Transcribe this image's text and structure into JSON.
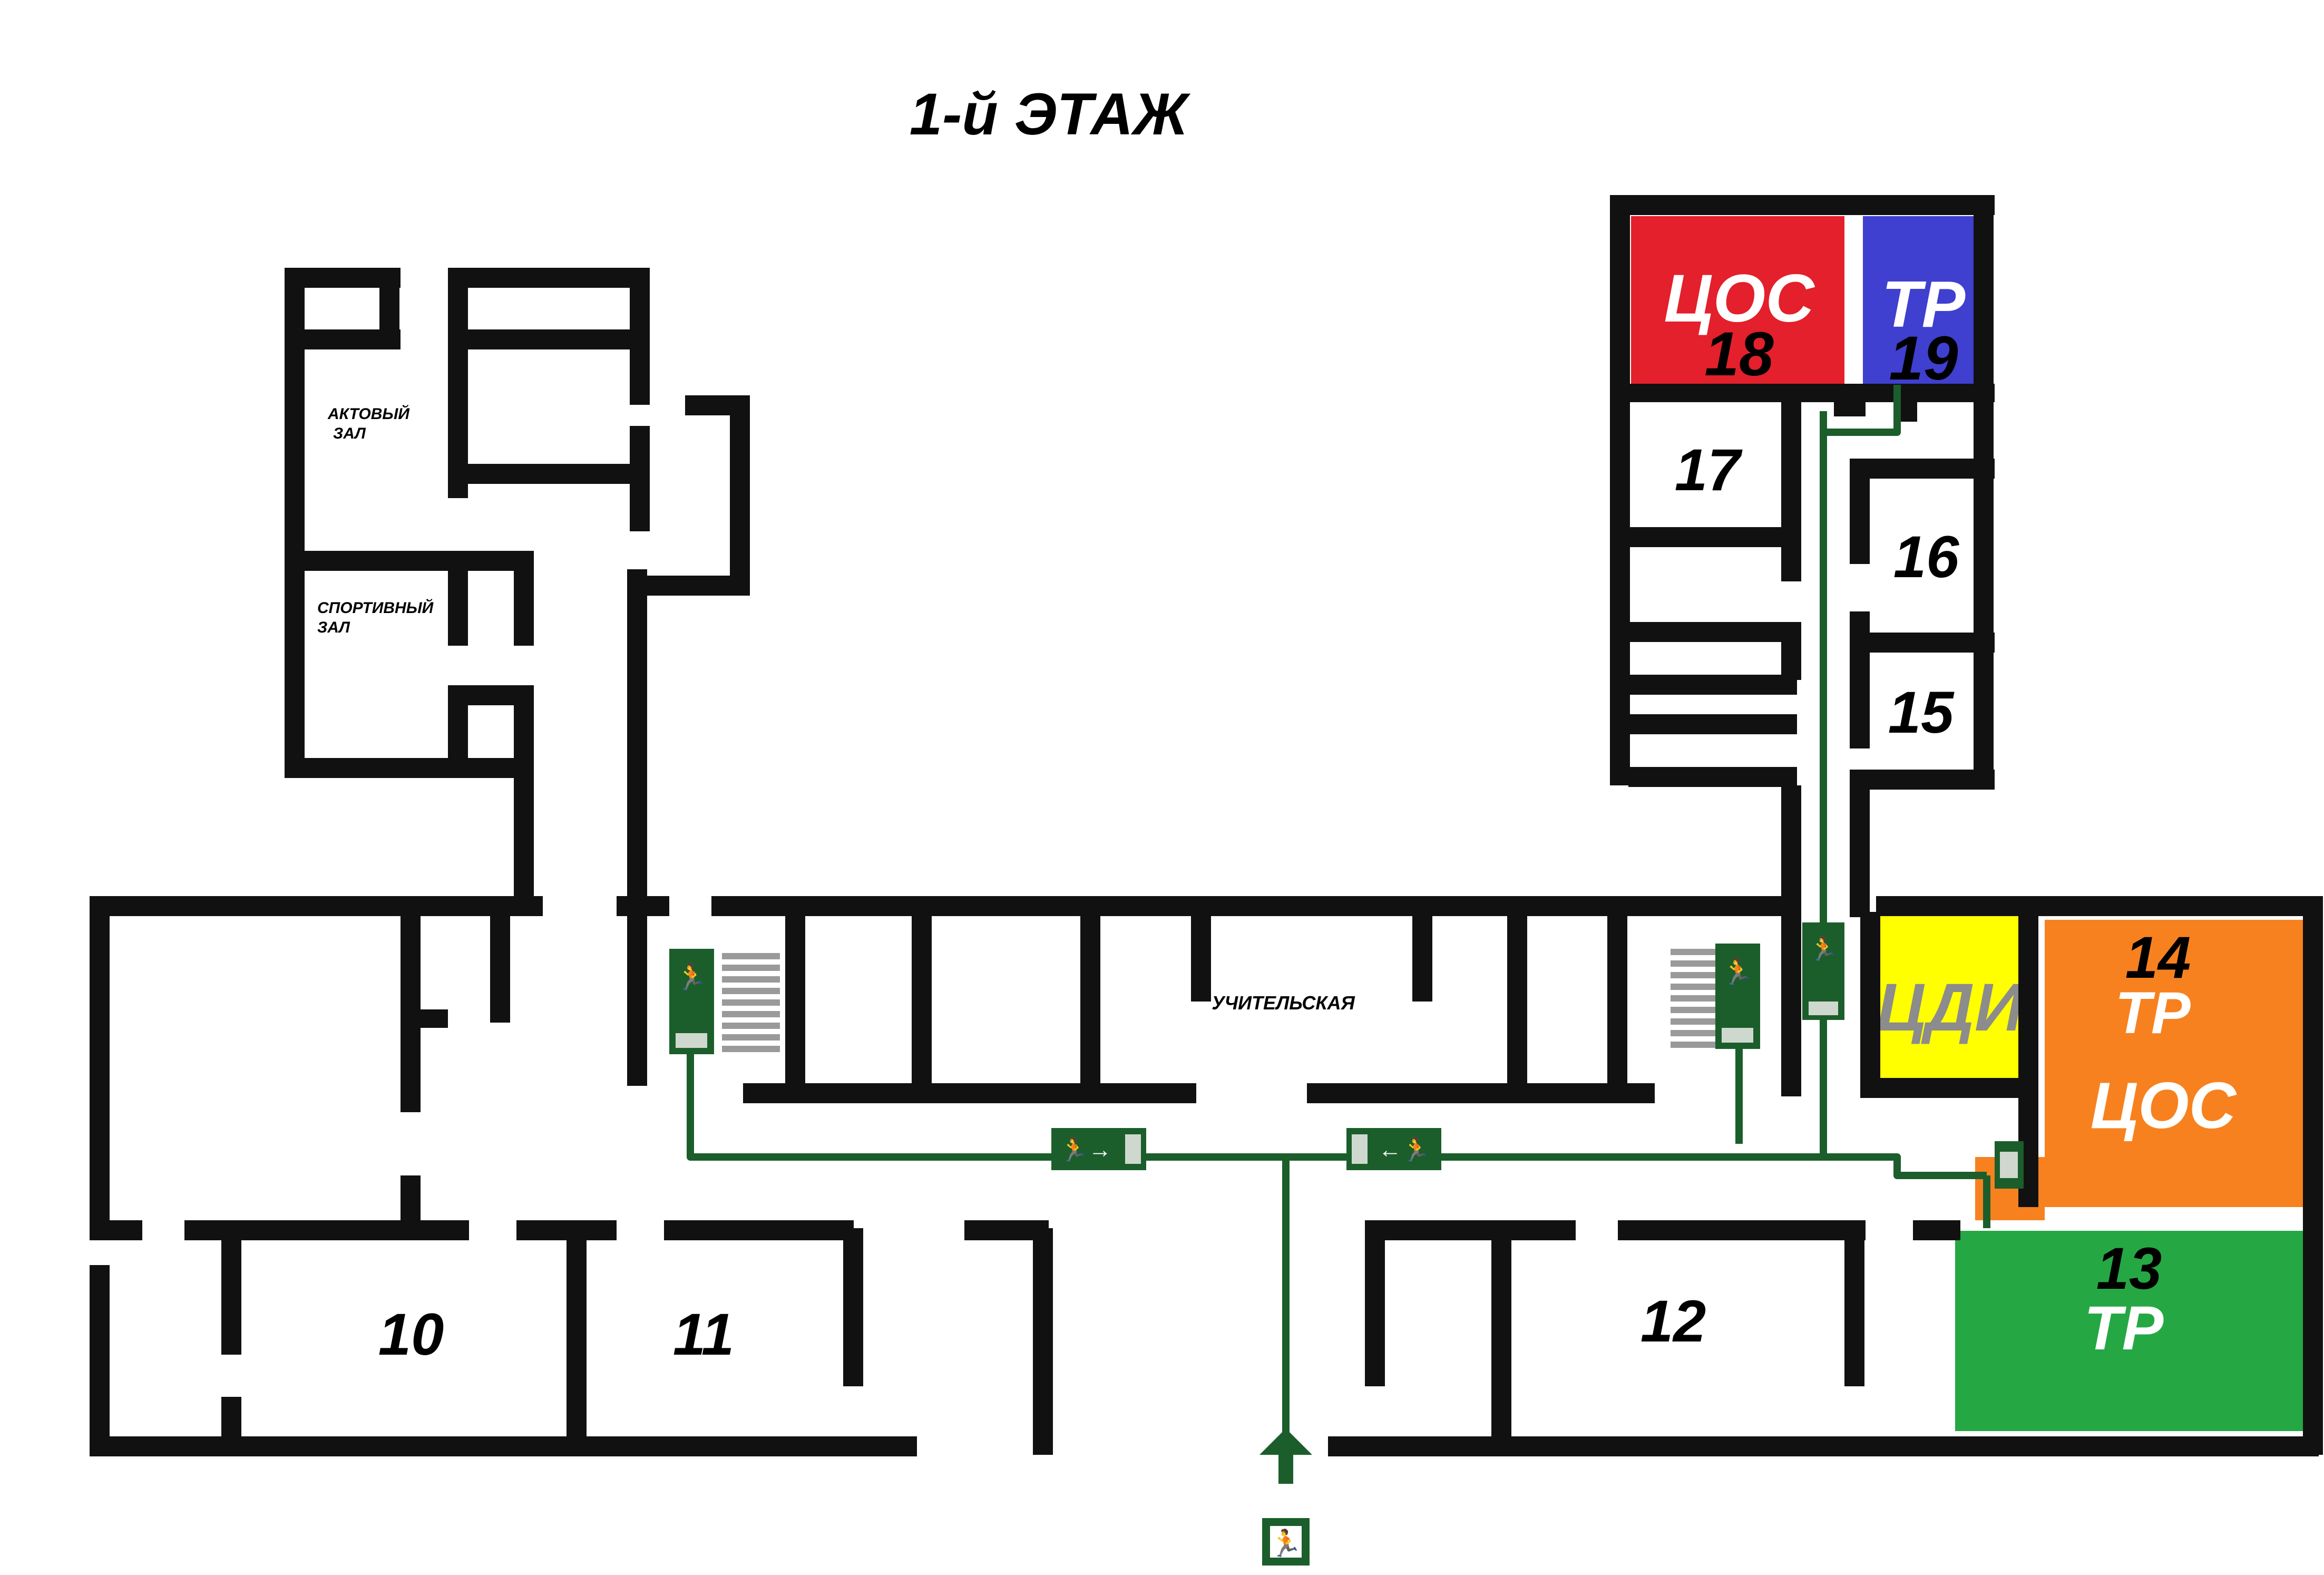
{
  "title": "1-й ЭТАЖ",
  "colors": {
    "wall": "#111111",
    "route": "#1b5e2b",
    "red_zone": "#e3202b",
    "blue_zone": "#3f3fd0",
    "yellow_zone": "#ffff00",
    "orange_zone": "#f7811f",
    "green_zone": "#25a844",
    "stair": "#9a9a9a"
  },
  "rooms": {
    "r10": "10",
    "r11": "11",
    "r12": "12",
    "r15": "15",
    "r16": "16",
    "r17": "17"
  },
  "zones": {
    "z18": {
      "label": "ЦОС",
      "number": "18"
    },
    "z19": {
      "label": "ТР",
      "number": "19"
    },
    "zcdi": {
      "label": "ЦДИ"
    },
    "z14": {
      "number": "14",
      "label1": "ТР",
      "label2": "ЦОС"
    },
    "z13": {
      "number": "13",
      "label": "ТР"
    }
  },
  "halls": {
    "assembly_line1": "АКТОВЫЙ",
    "assembly_line2": "ЗАЛ",
    "sports_line1": "СПОРТИВНЫЙ",
    "sports_line2": "ЗАЛ",
    "teachers": "УЧИТЕЛЬСКАЯ"
  },
  "icons": {
    "exit_signs": "running-man-exit-sign-icon",
    "main_exit": "emergency-exit-icon",
    "up_arrow": "arrow-up-icon"
  }
}
